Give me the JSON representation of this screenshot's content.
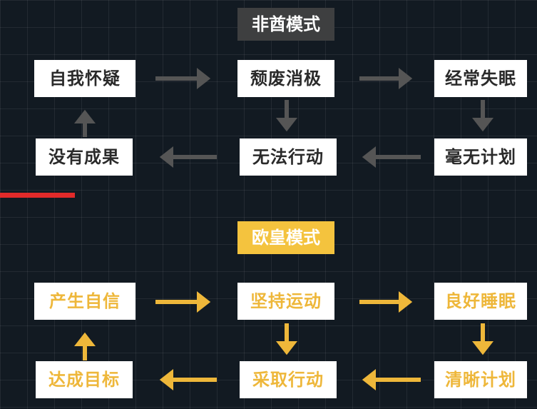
{
  "top": {
    "title": "非酋模式",
    "nodes": {
      "a": "自我怀疑",
      "b": "颓废消极",
      "c": "经常失眠",
      "d": "没有成果",
      "e": "无法行动",
      "f": "毫无计划"
    },
    "title_bg": "#3e3f40",
    "arrow_color": "#555555"
  },
  "bottom": {
    "title": "欧皇模式",
    "nodes": {
      "a": "产生自信",
      "b": "坚持运动",
      "c": "良好睡眠",
      "d": "达成目标",
      "e": "采取行动",
      "f": "清晰计划"
    },
    "title_bg": "#f4c33e",
    "arrow_color": "#eeb73a"
  }
}
